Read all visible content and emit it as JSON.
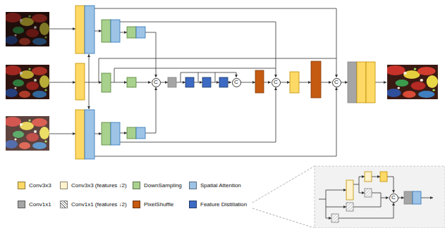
{
  "diagram": {
    "nodes": [
      {
        "text": [
          "C"
        ]
      },
      {
        "text": [
          "C"
        ]
      },
      {
        "text": [
          "C"
        ]
      },
      {
        "text": [
          "C"
        ]
      },
      {
        "text": [
          "C"
        ]
      }
    ],
    "legend": [
      {
        "text": "Conv3x3",
        "color": "#ffd966"
      },
      {
        "text": "Conv3x3 (features ↓2)",
        "color": "#fff2cc"
      },
      {
        "text": "DownSampling",
        "color": "#a9d18e"
      },
      {
        "text": "Spatial Attention",
        "color": "#9dc3e6"
      },
      {
        "text": "Conv1x1",
        "color": "#a5a5a5"
      },
      {
        "text": "Conv1x1 (features ↓2)"
      },
      {
        "text": "PixelShuffle",
        "color": "#c55a11"
      },
      {
        "text": "Feature Distillation",
        "color": "#3d6bc4"
      }
    ]
  }
}
